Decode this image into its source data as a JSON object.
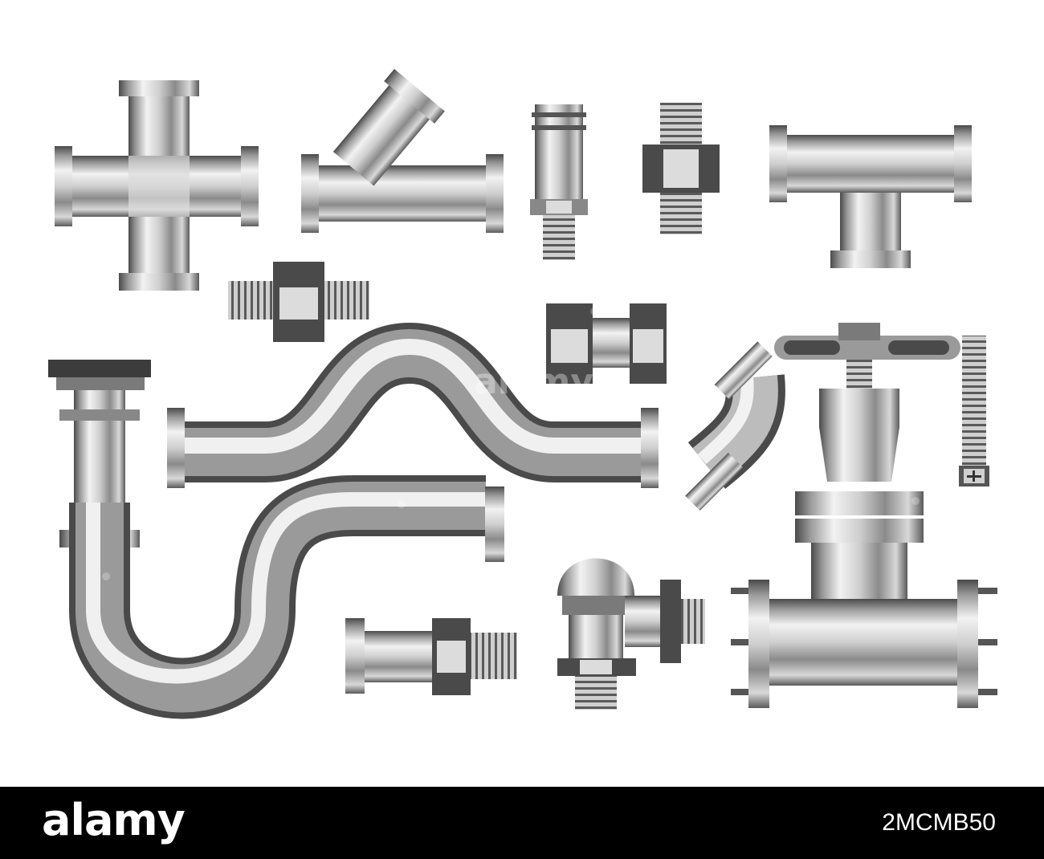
{
  "watermark": {
    "brand": "alamy"
  },
  "footer": {
    "brand": "alamy",
    "image_code": "2MCMB50"
  },
  "palette": {
    "background": "#ffffff",
    "footer": "#000000",
    "metal_light": "#e6e6e6",
    "metal_dark": "#3c3c3c"
  }
}
